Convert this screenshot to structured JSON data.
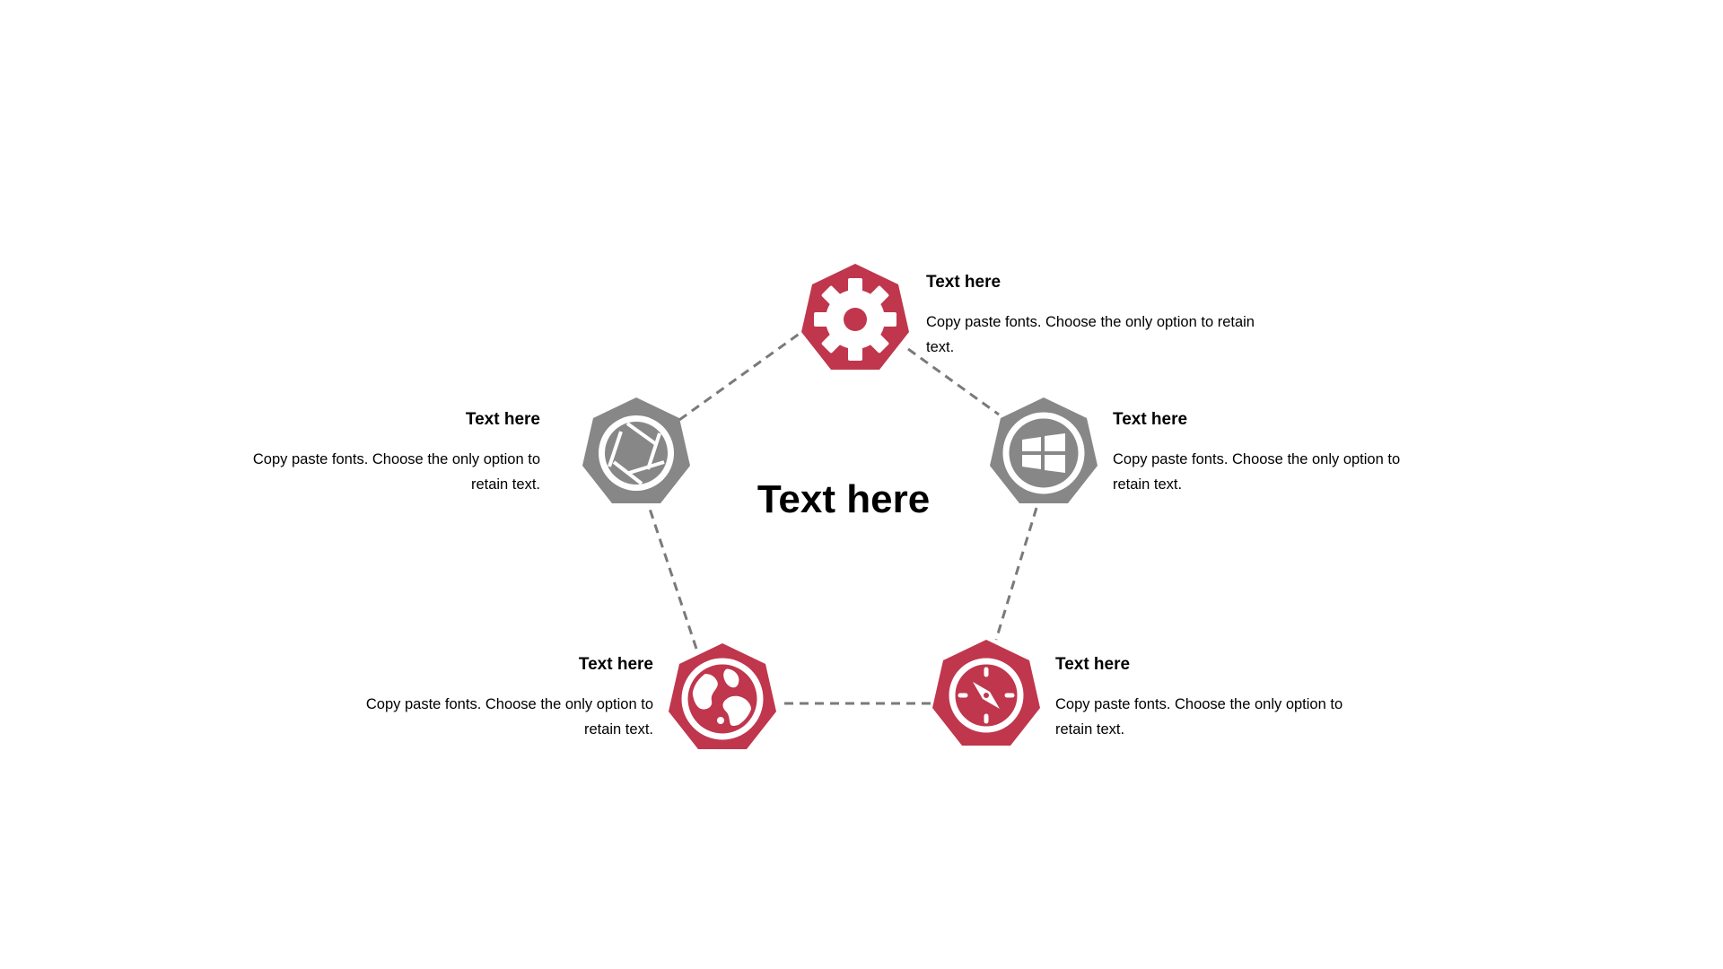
{
  "center": {
    "title": "Text here"
  },
  "colors": {
    "accent": "#c0364c",
    "neutral": "#878787",
    "connector": "#7a7a7a",
    "icon_fg": "#ffffff"
  },
  "nodes": [
    {
      "id": "top",
      "icon": "gear-icon",
      "color": "accent",
      "heading": "Text here",
      "text": "Copy paste fonts. Choose the only option to retain text."
    },
    {
      "id": "upper-right",
      "icon": "windows-icon",
      "color": "neutral",
      "heading": "Text here",
      "text": "Copy paste fonts. Choose the only option to retain text."
    },
    {
      "id": "lower-right",
      "icon": "compass-icon",
      "color": "accent",
      "heading": "Text here",
      "text": "Copy paste fonts. Choose the only option to retain text."
    },
    {
      "id": "lower-left",
      "icon": "globe-icon",
      "color": "accent",
      "heading": "Text here",
      "text": "Copy paste fonts. Choose the only option to retain text."
    },
    {
      "id": "upper-left",
      "icon": "aperture-icon",
      "color": "neutral",
      "heading": "Text here",
      "text": "Copy paste fonts. Choose the only option to retain text."
    }
  ]
}
